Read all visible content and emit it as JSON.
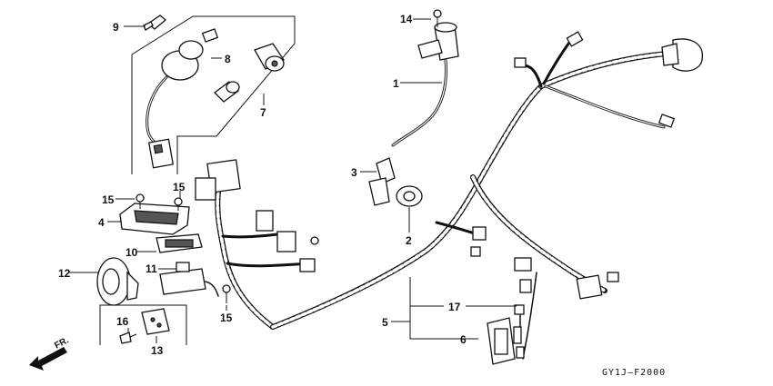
{
  "diagram": {
    "code": "GY1J—F2000",
    "direction_label": "FR.",
    "callouts": {
      "c1": "1",
      "c2": "2",
      "c3": "3",
      "c4": "4",
      "c5": "5",
      "c6": "6",
      "c7": "7",
      "c8": "8",
      "c9": "9",
      "c10": "10",
      "c11": "11",
      "c12": "12",
      "c13": "13",
      "c14": "14",
      "c15a": "15",
      "c15b": "15",
      "c15c": "15",
      "c16": "16",
      "c17": "17"
    }
  }
}
